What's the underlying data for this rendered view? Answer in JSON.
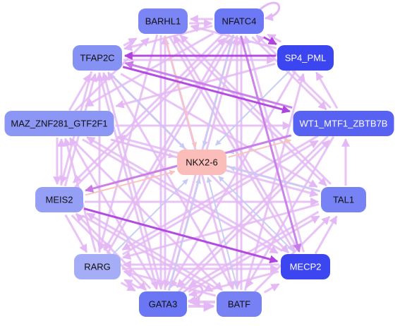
{
  "nodes": [
    {
      "id": "BARHL1",
      "label": "BARHL1",
      "color": "#7b86f4",
      "text_color": "#111111"
    },
    {
      "id": "NFATC4",
      "label": "NFATC4",
      "color": "#6c78f4",
      "text_color": "#111111"
    },
    {
      "id": "TFAP2C",
      "label": "TFAP2C",
      "color": "#8691f4",
      "text_color": "#111111"
    },
    {
      "id": "SP4_PML",
      "label": "SP4_PML",
      "color": "#3c46f0",
      "text_color": "#ffffff"
    },
    {
      "id": "MAZ_ZNF281_GTF2F1",
      "label": "MAZ_ZNF281_GTF2F1",
      "color": "#8c96f4",
      "text_color": "#111111"
    },
    {
      "id": "WT1_MTF1_ZBTB7B",
      "label": "WT1_MTF1_ZBTB7B",
      "color": "#5862f2",
      "text_color": "#ffffff"
    },
    {
      "id": "NKX2-6",
      "label": "NKX2-6",
      "color": "#fbbdb9",
      "text_color": "#111111"
    },
    {
      "id": "MEIS2",
      "label": "MEIS2",
      "color": "#959ff5",
      "text_color": "#111111"
    },
    {
      "id": "TAL1",
      "label": "TAL1",
      "color": "#7782f4",
      "text_color": "#111111"
    },
    {
      "id": "RARG",
      "label": "RARG",
      "color": "#a5adf6",
      "text_color": "#111111"
    },
    {
      "id": "MECP2",
      "label": "MECP2",
      "color": "#3c46f0",
      "text_color": "#ffffff"
    },
    {
      "id": "GATA3",
      "label": "GATA3",
      "color": "#6a76f3",
      "text_color": "#111111"
    },
    {
      "id": "BATF",
      "label": "BATF",
      "color": "#7781f4",
      "text_color": "#111111"
    }
  ],
  "edge_colors": {
    "light_purple": "#e4b8f5",
    "purple": "#c87be8",
    "strong_purple": "#b042e0",
    "blue": "#c5cbf2",
    "salmon": "#f9c3bc"
  },
  "edges": [
    {
      "from": "BARHL1",
      "to": "NKX2-6",
      "color": "salmon",
      "width": 2
    },
    {
      "from": "NFATC4",
      "to": "NKX2-6",
      "color": "blue",
      "width": 2
    },
    {
      "from": "TFAP2C",
      "to": "NKX2-6",
      "color": "blue",
      "width": 2
    },
    {
      "from": "SP4_PML",
      "to": "NKX2-6",
      "color": "blue",
      "width": 2
    },
    {
      "from": "MAZ_ZNF281_GTF2F1",
      "to": "NKX2-6",
      "color": "light_purple",
      "width": 2
    },
    {
      "from": "WT1_MTF1_ZBTB7B",
      "to": "NKX2-6",
      "color": "blue",
      "width": 2
    },
    {
      "from": "MEIS2",
      "to": "NKX2-6",
      "color": "salmon",
      "width": 2
    },
    {
      "from": "TAL1",
      "to": "NKX2-6",
      "color": "blue",
      "width": 2
    },
    {
      "from": "RARG",
      "to": "NKX2-6",
      "color": "blue",
      "width": 2
    },
    {
      "from": "MECP2",
      "to": "NKX2-6",
      "color": "blue",
      "width": 2
    },
    {
      "from": "GATA3",
      "to": "NKX2-6",
      "color": "blue",
      "width": 2
    },
    {
      "from": "BATF",
      "to": "NKX2-6",
      "color": "blue",
      "width": 2
    },
    {
      "from": "NKX2-6",
      "to": "WT1_MTF1_ZBTB7B",
      "color": "salmon",
      "width": 2
    },
    {
      "from": "NKX2-6",
      "to": "MEIS2",
      "color": "salmon",
      "width": 2
    },
    {
      "from": "TFAP2C",
      "to": "WT1_MTF1_ZBTB7B",
      "color": "strong_purple",
      "width": 3
    },
    {
      "from": "MEIS2",
      "to": "MECP2",
      "color": "strong_purple",
      "width": 3
    },
    {
      "from": "SP4_PML",
      "to": "TFAP2C",
      "color": "strong_purple",
      "width": 3
    },
    {
      "from": "NFATC4",
      "to": "SP4_PML",
      "color": "strong_purple",
      "width": 3
    },
    {
      "from": "NFATC4",
      "to": "MECP2",
      "color": "purple",
      "width": 3
    },
    {
      "from": "WT1_MTF1_ZBTB7B",
      "to": "MEIS2",
      "color": "purple",
      "width": 3
    },
    {
      "from": "WT1_MTF1_ZBTB7B",
      "to": "TFAP2C",
      "color": "purple",
      "width": 3
    },
    {
      "from": "BARHL1",
      "to": "NFATC4",
      "color": "light_purple",
      "width": 3
    },
    {
      "from": "NFATC4",
      "to": "BARHL1",
      "color": "light_purple",
      "width": 3
    },
    {
      "from": "TFAP2C",
      "to": "BARHL1",
      "color": "light_purple",
      "width": 3
    },
    {
      "from": "MAZ_ZNF281_GTF2F1",
      "to": "TFAP2C",
      "color": "light_purple",
      "width": 3
    },
    {
      "from": "MEIS2",
      "to": "MAZ_ZNF281_GTF2F1",
      "color": "light_purple",
      "width": 3
    },
    {
      "from": "MAZ_ZNF281_GTF2F1",
      "to": "MEIS2",
      "color": "light_purple",
      "width": 3
    },
    {
      "from": "MEIS2",
      "to": "RARG",
      "color": "light_purple",
      "width": 3
    },
    {
      "from": "RARG",
      "to": "GATA3",
      "color": "light_purple",
      "width": 3
    },
    {
      "from": "GATA3",
      "to": "RARG",
      "color": "light_purple",
      "width": 3
    },
    {
      "from": "GATA3",
      "to": "BATF",
      "color": "light_purple",
      "width": 4
    },
    {
      "from": "BATF",
      "to": "GATA3",
      "color": "light_purple",
      "width": 4
    },
    {
      "from": "BATF",
      "to": "MECP2",
      "color": "light_purple",
      "width": 3
    },
    {
      "from": "MECP2",
      "to": "TAL1",
      "color": "light_purple",
      "width": 3
    },
    {
      "from": "TAL1",
      "to": "WT1_MTF1_ZBTB7B",
      "color": "light_purple",
      "width": 3
    },
    {
      "from": "WT1_MTF1_ZBTB7B",
      "to": "SP4_PML",
      "color": "light_purple",
      "width": 3
    },
    {
      "from": "SP4_PML",
      "to": "NFATC4",
      "color": "light_purple",
      "width": 3
    },
    {
      "from": "TFAP2C",
      "to": "SP4_PML",
      "color": "light_purple",
      "width": 3
    },
    {
      "from": "TFAP2C",
      "to": "MECP2",
      "color": "light_purple",
      "width": 3
    },
    {
      "from": "TFAP2C",
      "to": "TAL1",
      "color": "light_purple",
      "width": 3
    },
    {
      "from": "TFAP2C",
      "to": "GATA3",
      "color": "light_purple",
      "width": 3
    },
    {
      "from": "TFAP2C",
      "to": "MEIS2",
      "color": "light_purple",
      "width": 3
    },
    {
      "from": "NFATC4",
      "to": "TFAP2C",
      "color": "light_purple",
      "width": 3
    },
    {
      "from": "NFATC4",
      "to": "MAZ_ZNF281_GTF2F1",
      "color": "light_purple",
      "width": 3
    },
    {
      "from": "NFATC4",
      "to": "GATA3",
      "color": "light_purple",
      "width": 3
    },
    {
      "from": "NFATC4",
      "to": "BATF",
      "color": "light_purple",
      "width": 3
    },
    {
      "from": "NFATC4",
      "to": "RARG",
      "color": "light_purple",
      "width": 3
    },
    {
      "from": "NFATC4",
      "to": "MEIS2",
      "color": "light_purple",
      "width": 3
    },
    {
      "from": "NFATC4",
      "to": "WT1_MTF1_ZBTB7B",
      "color": "light_purple",
      "width": 3
    },
    {
      "from": "BARHL1",
      "to": "GATA3",
      "color": "light_purple",
      "width": 3
    },
    {
      "from": "BARHL1",
      "to": "BATF",
      "color": "light_purple",
      "width": 3
    },
    {
      "from": "BARHL1",
      "to": "MECP2",
      "color": "light_purple",
      "width": 3
    },
    {
      "from": "BARHL1",
      "to": "RARG",
      "color": "light_purple",
      "width": 3
    },
    {
      "from": "BARHL1",
      "to": "TAL1",
      "color": "light_purple",
      "width": 3
    },
    {
      "from": "SP4_PML",
      "to": "MAZ_ZNF281_GTF2F1",
      "color": "light_purple",
      "width": 3
    },
    {
      "from": "SP4_PML",
      "to": "GATA3",
      "color": "light_purple",
      "width": 3
    },
    {
      "from": "SP4_PML",
      "to": "BARHL1",
      "color": "light_purple",
      "width": 3
    },
    {
      "from": "MAZ_ZNF281_GTF2F1",
      "to": "WT1_MTF1_ZBTB7B",
      "color": "light_purple",
      "width": 3
    },
    {
      "from": "MAZ_ZNF281_GTF2F1",
      "to": "TAL1",
      "color": "light_purple",
      "width": 3
    },
    {
      "from": "MAZ_ZNF281_GTF2F1",
      "to": "MECP2",
      "color": "light_purple",
      "width": 3
    },
    {
      "from": "MAZ_ZNF281_GTF2F1",
      "to": "BATF",
      "color": "light_purple",
      "width": 3
    },
    {
      "from": "MAZ_ZNF281_GTF2F1",
      "to": "BARHL1",
      "color": "light_purple",
      "width": 3
    },
    {
      "from": "WT1_MTF1_ZBTB7B",
      "to": "RARG",
      "color": "light_purple",
      "width": 3
    },
    {
      "from": "WT1_MTF1_ZBTB7B",
      "to": "GATA3",
      "color": "light_purple",
      "width": 3
    },
    {
      "from": "WT1_MTF1_ZBTB7B",
      "to": "BATF",
      "color": "light_purple",
      "width": 3
    },
    {
      "from": "WT1_MTF1_ZBTB7B",
      "to": "NFATC4",
      "color": "light_purple",
      "width": 3
    },
    {
      "from": "MEIS2",
      "to": "TAL1",
      "color": "light_purple",
      "width": 3
    },
    {
      "from": "MEIS2",
      "to": "BATF",
      "color": "light_purple",
      "width": 3
    },
    {
      "from": "MEIS2",
      "to": "GATA3",
      "color": "light_purple",
      "width": 3
    },
    {
      "from": "MEIS2",
      "to": "TFAP2C",
      "color": "light_purple",
      "width": 3
    },
    {
      "from": "MEIS2",
      "to": "NFATC4",
      "color": "light_purple",
      "width": 3
    },
    {
      "from": "TAL1",
      "to": "RARG",
      "color": "light_purple",
      "width": 3
    },
    {
      "from": "TAL1",
      "to": "BARHL1",
      "color": "light_purple",
      "width": 3
    },
    {
      "from": "TAL1",
      "to": "MAZ_ZNF281_GTF2F1",
      "color": "light_purple",
      "width": 3
    },
    {
      "from": "TAL1",
      "to": "GATA3",
      "color": "light_purple",
      "width": 3
    },
    {
      "from": "RARG",
      "to": "TFAP2C",
      "color": "light_purple",
      "width": 3
    },
    {
      "from": "RARG",
      "to": "NFATC4",
      "color": "light_purple",
      "width": 3
    },
    {
      "from": "RARG",
      "to": "MAZ_ZNF281_GTF2F1",
      "color": "light_purple",
      "width": 3
    },
    {
      "from": "RARG",
      "to": "MECP2",
      "color": "light_purple",
      "width": 3
    },
    {
      "from": "RARG",
      "to": "WT1_MTF1_ZBTB7B",
      "color": "light_purple",
      "width": 3
    },
    {
      "from": "MECP2",
      "to": "GATA3",
      "color": "light_purple",
      "width": 3
    },
    {
      "from": "MECP2",
      "to": "RARG",
      "color": "light_purple",
      "width": 3
    },
    {
      "from": "MECP2",
      "to": "BARHL1",
      "color": "light_purple",
      "width": 3
    },
    {
      "from": "MECP2",
      "to": "NFATC4",
      "color": "light_purple",
      "width": 3
    },
    {
      "from": "MECP2",
      "to": "MAZ_ZNF281_GTF2F1",
      "color": "light_purple",
      "width": 3
    },
    {
      "from": "GATA3",
      "to": "MEIS2",
      "color": "light_purple",
      "width": 3
    },
    {
      "from": "GATA3",
      "to": "MAZ_ZNF281_GTF2F1",
      "color": "light_purple",
      "width": 3
    },
    {
      "from": "GATA3",
      "to": "TFAP2C",
      "color": "light_purple",
      "width": 3
    },
    {
      "from": "GATA3",
      "to": "NFATC4",
      "color": "light_purple",
      "width": 3
    },
    {
      "from": "GATA3",
      "to": "BARHL1",
      "color": "light_purple",
      "width": 3
    },
    {
      "from": "GATA3",
      "to": "WT1_MTF1_ZBTB7B",
      "color": "light_purple",
      "width": 3
    },
    {
      "from": "GATA3",
      "to": "TAL1",
      "color": "light_purple",
      "width": 3
    },
    {
      "from": "BATF",
      "to": "RARG",
      "color": "light_purple",
      "width": 3
    },
    {
      "from": "BATF",
      "to": "MEIS2",
      "color": "light_purple",
      "width": 3
    },
    {
      "from": "BATF",
      "to": "TFAP2C",
      "color": "light_purple",
      "width": 3
    },
    {
      "from": "BATF",
      "to": "NFATC4",
      "color": "light_purple",
      "width": 3
    },
    {
      "from": "BATF",
      "to": "TAL1",
      "color": "light_purple",
      "width": 3
    },
    {
      "from": "BATF",
      "to": "SP4_PML",
      "color": "light_purple",
      "width": 3
    }
  ],
  "self_loops": [
    {
      "node": "NFATC4",
      "color": "light_purple"
    },
    {
      "node": "GATA3",
      "color": "light_purple"
    }
  ]
}
